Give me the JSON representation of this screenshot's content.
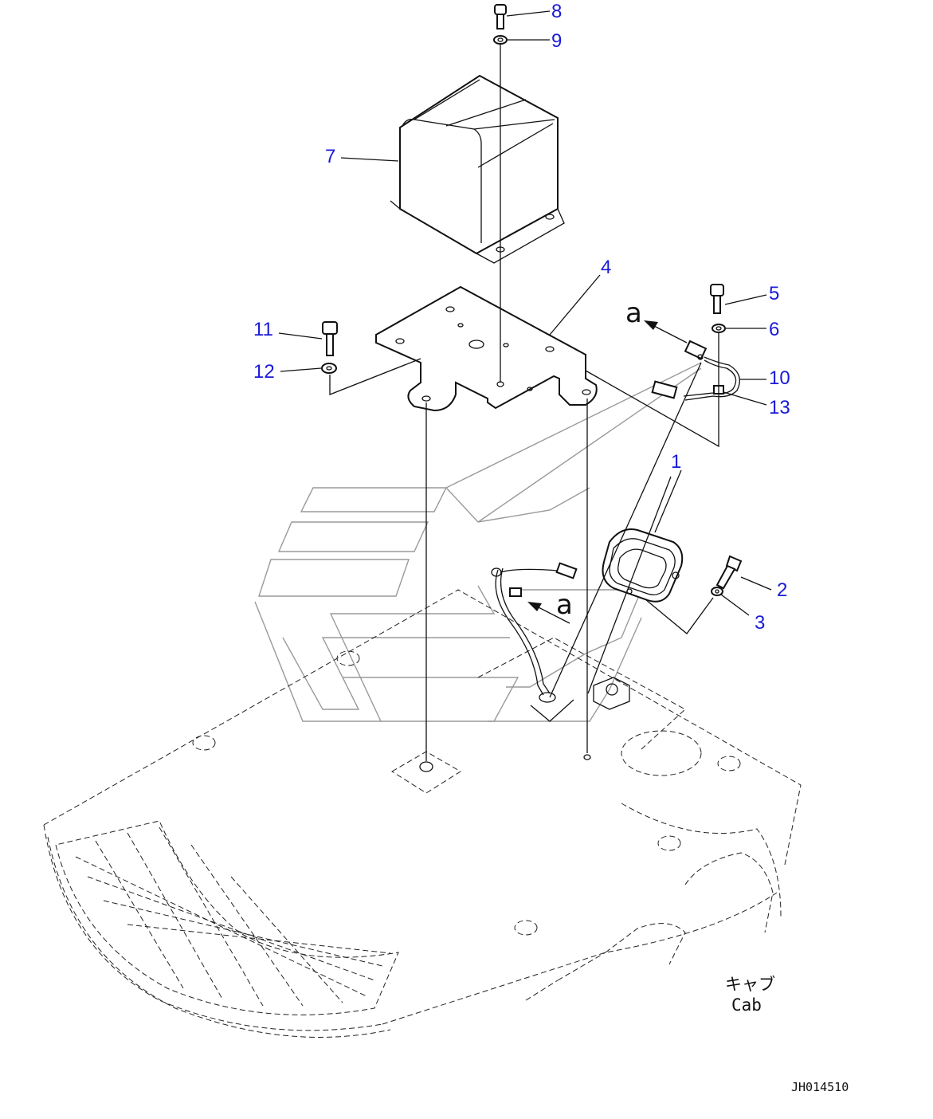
{
  "parts": [
    {
      "num": "1",
      "name": "lamp"
    },
    {
      "num": "2",
      "name": "bolt"
    },
    {
      "num": "3",
      "name": "washer"
    },
    {
      "num": "4",
      "name": "bracket"
    },
    {
      "num": "5",
      "name": "bolt"
    },
    {
      "num": "6",
      "name": "washer"
    },
    {
      "num": "7",
      "name": "cover"
    },
    {
      "num": "8",
      "name": "bolt"
    },
    {
      "num": "9",
      "name": "washer"
    },
    {
      "num": "10",
      "name": "wiring-harness"
    },
    {
      "num": "11",
      "name": "bolt"
    },
    {
      "num": "12",
      "name": "washer"
    },
    {
      "num": "13",
      "name": "clip"
    }
  ],
  "view_marker": "a",
  "location_label_jp": "キャブ",
  "location_label_en": "Cab",
  "drawing_code": "JH014510"
}
